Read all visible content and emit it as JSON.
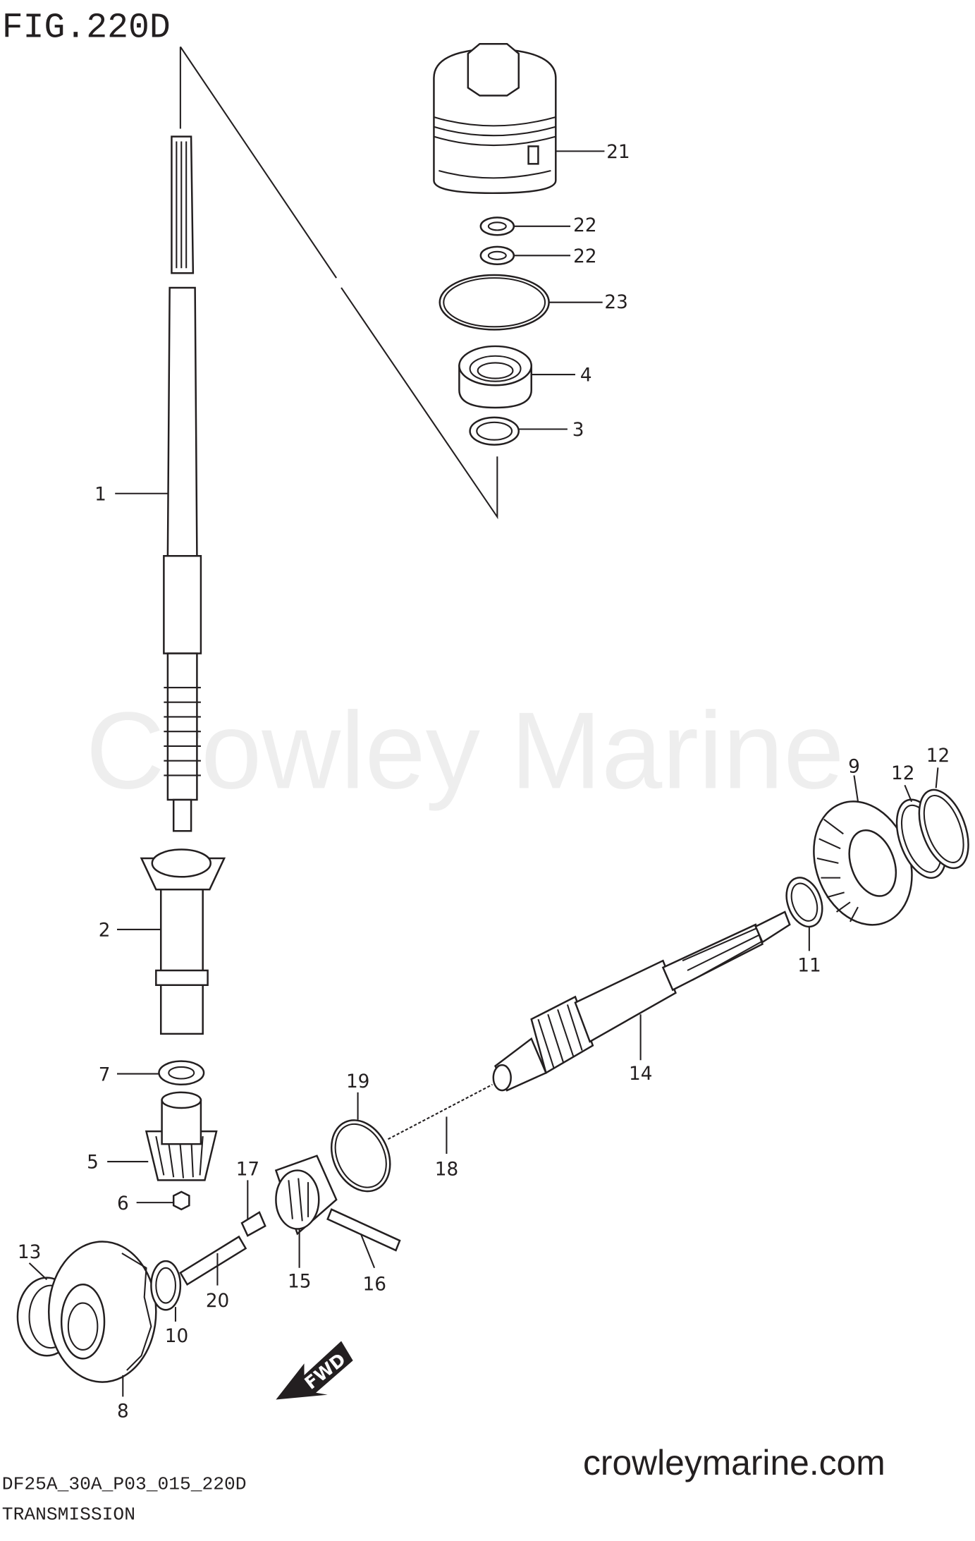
{
  "figure": {
    "title": "FIG.220D",
    "code": "DF25A_30A_P03_015_220D",
    "name": "TRANSMISSION"
  },
  "watermark": "Crowley Marine",
  "website": "crowleymarine.com",
  "callouts": {
    "p1": "1",
    "p2": "2",
    "p3": "3",
    "p4": "4",
    "p5": "5",
    "p6": "6",
    "p7": "7",
    "p8": "8",
    "p9": "9",
    "p10": "10",
    "p11": "11",
    "p12a": "12",
    "p12b": "12",
    "p13": "13",
    "p14": "14",
    "p15": "15",
    "p16": "16",
    "p17": "17",
    "p18": "18",
    "p19": "19",
    "p20": "20",
    "p21": "21",
    "p22a": "22",
    "p22b": "22",
    "p23": "23"
  },
  "direction_marker": {
    "label": "FWD",
    "icon": "arrow-down-left-icon"
  }
}
